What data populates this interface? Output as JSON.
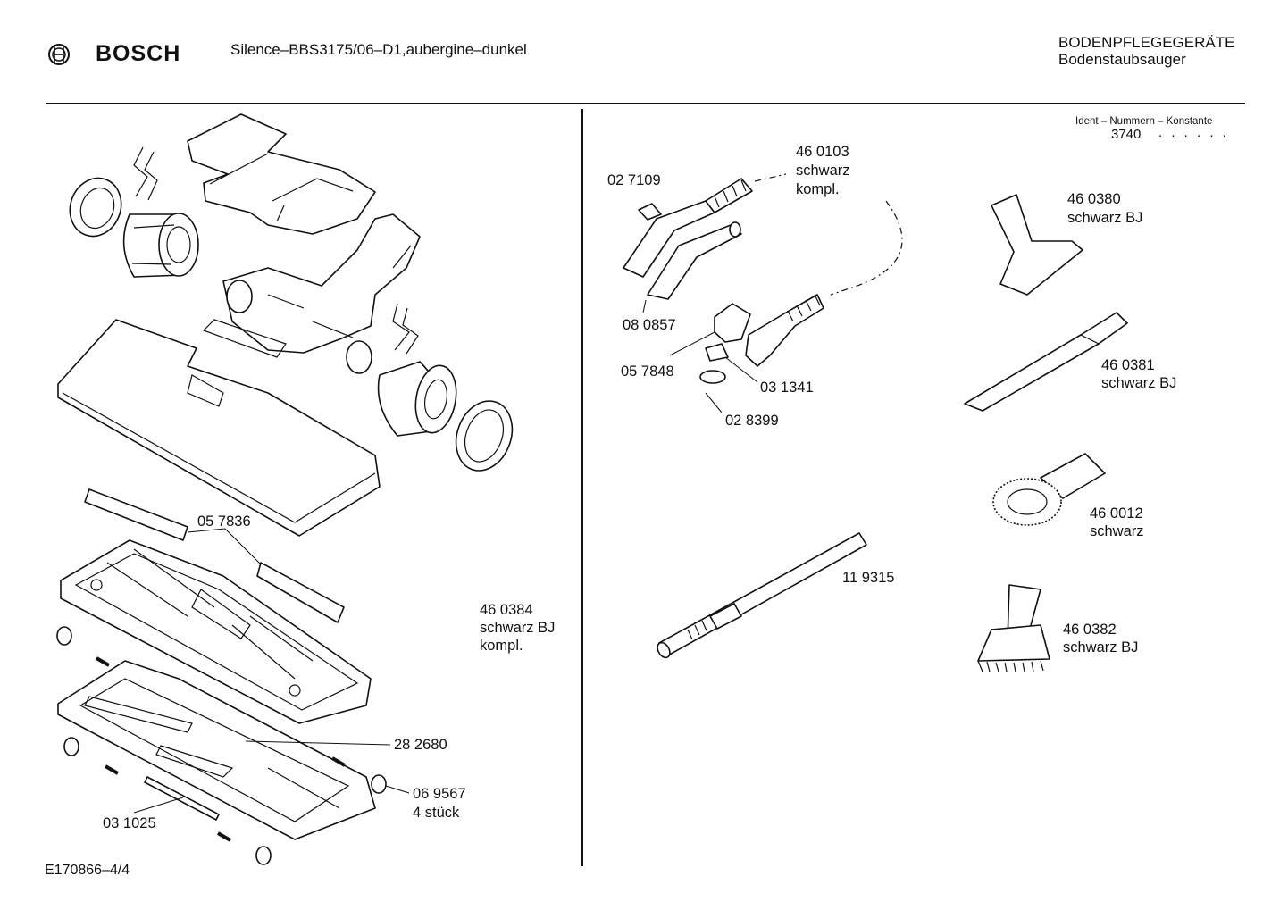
{
  "header": {
    "brand": "BOSCH",
    "model": "Silence–BBS3175/06–D1,aubergine–dunkel",
    "category_line1": "BODENPFLEGEGERÄTE",
    "category_line2": "Bodenstaubsauger"
  },
  "ident": {
    "caption": "Ident – Nummern – Konstante",
    "number": "3740",
    "dots": ". .   . . . ."
  },
  "left_parts": {
    "p057836": "05 7836",
    "p460384_1": "46 0384",
    "p460384_2": "schwarz BJ",
    "p460384_3": "kompl.",
    "p282680": "28 2680",
    "p069567_1": "06 9567",
    "p069567_2": "4 stück",
    "p031025": "03 1025"
  },
  "right_parts": {
    "p460103_1": "46 0103",
    "p460103_2": "schwarz",
    "p460103_3": "kompl.",
    "p027109": "02 7109",
    "p080857": "08 0857",
    "p057848": "05 7848",
    "p031341": "03 1341",
    "p028399": "02 8399",
    "p119315": "11 9315",
    "p460380_1": "46 0380",
    "p460380_2": "schwarz BJ",
    "p460381_1": "46 0381",
    "p460381_2": "schwarz BJ",
    "p460012_1": "46 0012",
    "p460012_2": "schwarz",
    "p460382_1": "46 0382",
    "p460382_2": "schwarz BJ"
  },
  "footer": {
    "doc_id": "E170866–4/4"
  }
}
